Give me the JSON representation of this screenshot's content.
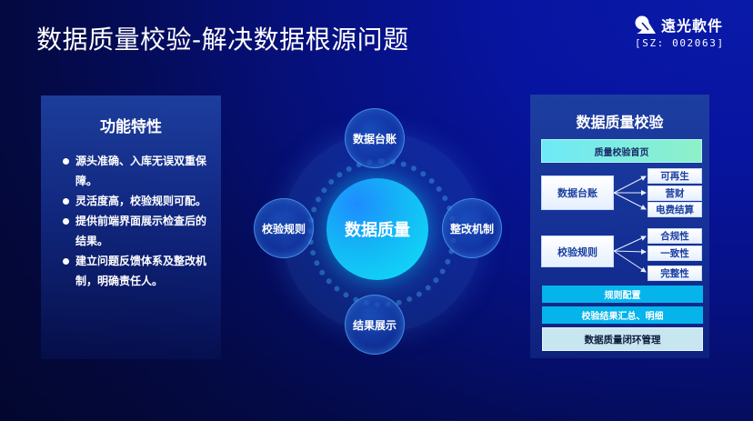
{
  "header": {
    "title": "数据质量校验-解决数据根源问题",
    "logo": {
      "name": "遠光軟件",
      "stock_code": "[SZ: 002063]"
    }
  },
  "left_panel": {
    "title": "功能特性",
    "features": [
      "源头准确、入库无误双重保障。",
      "灵活度高，校验规则可配。",
      "提供前端界面展示检查后的结果。",
      "建立问题反馈体系及整改机制，明确责任人。"
    ]
  },
  "center_diagram": {
    "core": "数据质量",
    "nodes": {
      "top": "数据台账",
      "left": "校验规则",
      "right": "整改机制",
      "bottom": "结果展示"
    }
  },
  "right_panel": {
    "title": "数据质量校验",
    "home": "质量校验首页",
    "groups": [
      {
        "label": "数据台账",
        "children": [
          "可再生",
          "营财",
          "电费结算"
        ]
      },
      {
        "label": "校验规则",
        "children": [
          "合规性",
          "一致性",
          "完整性"
        ]
      }
    ],
    "rule_config": "规则配置",
    "result_summary": "校验结果汇总、明细",
    "closed_loop": "数据质量闭环管理"
  },
  "colors": {
    "background": "#061183",
    "core_gradient_start": "#1e8cff",
    "core_gradient_end": "#12e0f8",
    "cyan_bar": "#06b4ec",
    "home_bar_start": "#6ee9f7",
    "home_bar_end": "#8ef0c8",
    "closed_loop_bg": "#c8e6f0"
  }
}
